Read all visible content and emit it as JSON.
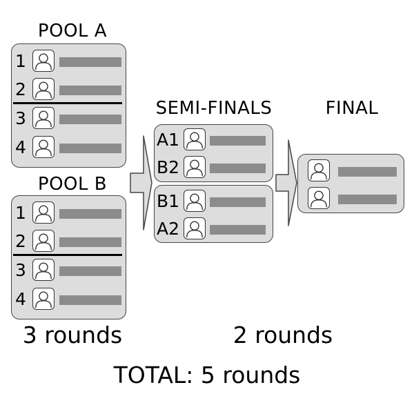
{
  "pool_a": {
    "title": "POOL A",
    "rows": [
      {
        "seed": "1",
        "avatar_icon": "person-icon"
      },
      {
        "seed": "2",
        "avatar_icon": "person-icon"
      },
      {
        "seed": "3",
        "avatar_icon": "person-icon"
      },
      {
        "seed": "4",
        "avatar_icon": "person-icon"
      }
    ]
  },
  "pool_b": {
    "title": "POOL B",
    "rows": [
      {
        "seed": "1",
        "avatar_icon": "person-icon"
      },
      {
        "seed": "2",
        "avatar_icon": "person-icon"
      },
      {
        "seed": "3",
        "avatar_icon": "person-icon"
      },
      {
        "seed": "4",
        "avatar_icon": "person-icon"
      }
    ]
  },
  "semi_finals": {
    "title": "SEMI-FINALS",
    "match_1": [
      {
        "seed": "A1"
      },
      {
        "seed": "B2"
      }
    ],
    "match_2": [
      {
        "seed": "B1"
      },
      {
        "seed": "A2"
      }
    ]
  },
  "final": {
    "title": "FINAL",
    "slots": 2
  },
  "summary": {
    "pool_rounds": "3 rounds",
    "knockout_rounds": "2 rounds",
    "total": "TOTAL: 5 rounds"
  },
  "colors": {
    "panel_fill": "#dddddd",
    "panel_border": "#444444",
    "name_bar": "#8c8c8c",
    "arrow_fill": "#dddddd"
  }
}
